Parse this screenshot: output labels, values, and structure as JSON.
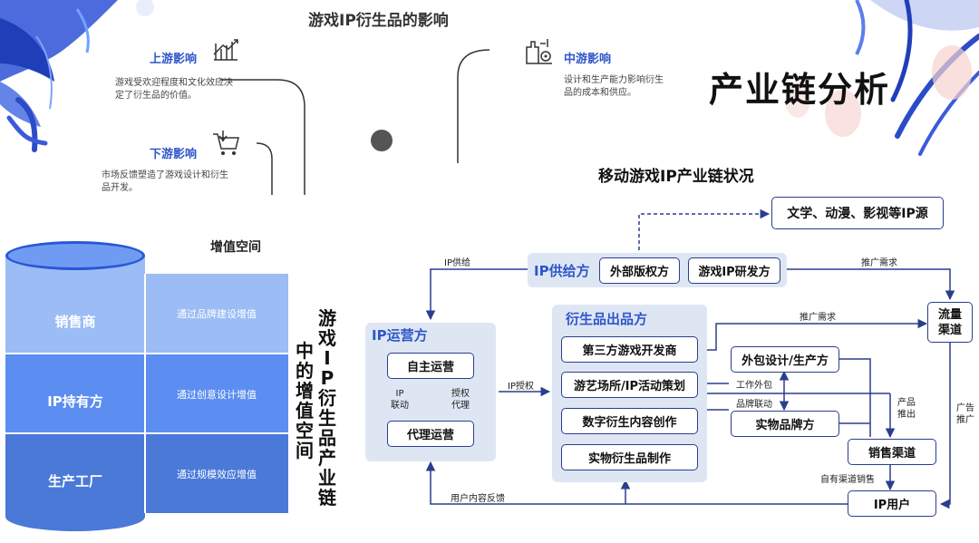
{
  "colors": {
    "accent": "#2f56c9",
    "arrow": "#2a3e8c",
    "cyl_top": "#9bbcf5",
    "cyl_mid": "#5b8ef0",
    "cyl_bottom": "#4a79d8",
    "panel": "#dfe6f3",
    "dot": "#555555"
  },
  "influence": {
    "title": "游戏IP衍生品的影响",
    "upstream": {
      "title": "上游影响",
      "text": "游戏受欢迎程度和文化效应决定了衍生品的价值。",
      "icon": "trend-up-chart-icon"
    },
    "downstream": {
      "title": "下游影响",
      "text": "市场反馈塑造了游戏设计和衍生品开发。",
      "icon": "shopping-cart-icon"
    },
    "midstream": {
      "title": "中游影响",
      "text": "设计和生产能力影响衍生品的成本和供应。",
      "icon": "factory-gear-icon"
    }
  },
  "main_title": "产业链分析",
  "value_space": {
    "title": "增值空间",
    "side_title_a": "游戏IP衍生品产业链",
    "side_title_b": "中的增值空间",
    "segments": [
      {
        "name": "销售商",
        "desc": "通过品牌建设增值"
      },
      {
        "name": "IP持有方",
        "desc": "通过创意设计增值"
      },
      {
        "name": "生产工厂",
        "desc": "通过规模效应增值"
      }
    ]
  },
  "chain": {
    "title": "移动游戏IP产业链状况",
    "ip_source": "文学、动漫、影视等IP源",
    "ip_supplier": {
      "label": "IP供给方",
      "items": [
        "外部版权方",
        "游戏IP研发方"
      ]
    },
    "ip_operator": {
      "label": "IP运营方",
      "self_run": "自主运营",
      "agent_run": "代理运营",
      "ip_link": "IP\n联动",
      "license_agent": "授权\n代理"
    },
    "derivative": {
      "label": "衍生品出品方",
      "items": [
        "第三方游戏开发商",
        "游艺场所/IP活动策划",
        "数字衍生内容创作",
        "实物衍生品制作"
      ]
    },
    "outsource": "外包设计/生产方",
    "brand": "实物品牌方",
    "sales_channel": "销售渠道",
    "ip_user": "IP用户",
    "traffic_channel": "流量\n渠道",
    "labels": {
      "ip_supply": "IP供给",
      "promo_need_1": "推广需求",
      "promo_need_2": "推广需求",
      "ip_license": "IP授权",
      "work_outsource": "工作外包",
      "brand_link": "品牌联动",
      "product_push": "产品\n推出",
      "ad_push": "广告\n推广",
      "own_channel_sales": "自有渠道销售",
      "user_feedback": "用户内容反馈"
    }
  }
}
